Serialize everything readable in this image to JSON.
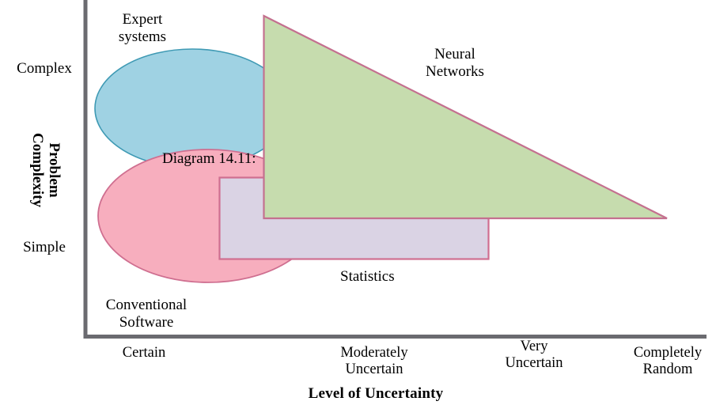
{
  "figure": {
    "caption_inline": "Diagram 14.11:",
    "y_axis": {
      "title": "Problem\nComplexity",
      "high_label": "Complex",
      "low_label": "Simple"
    },
    "x_axis": {
      "title": "Level of Uncertainty",
      "ticks": [
        "Certain",
        "Moderately\nUncertain",
        "Very\nUncertain",
        "Completely\nRandom"
      ]
    },
    "regions": [
      {
        "id": "expert-systems",
        "label": "Expert\nsystems",
        "shape": "ellipse",
        "fill": "#9fd2e3",
        "stroke": "#3f9ab4"
      },
      {
        "id": "conventional-software",
        "label": "Conventional\nSoftware",
        "shape": "ellipse",
        "fill": "#f7aebe",
        "stroke": "#cf6f90"
      },
      {
        "id": "statistics",
        "label": "Statistics",
        "shape": "rectangle",
        "fill": "#dad3e4",
        "stroke": "#cf6f90"
      },
      {
        "id": "neural-networks",
        "label": "Neural\nNetworks",
        "shape": "triangle",
        "fill": "#c6dcae",
        "stroke": "#c4708f"
      }
    ],
    "colors": {
      "axis": "#6b6b70",
      "text": "#000000",
      "background": "#ffffff"
    }
  },
  "chart_data": {
    "type": "diagram",
    "title": "Diagram 14.11:",
    "xlabel": "Level of Uncertainty",
    "ylabel": "Problem Complexity",
    "x_ticks": [
      "Certain",
      "Moderately Uncertain",
      "Very Uncertain",
      "Completely Random"
    ],
    "y_ticks": [
      "Simple",
      "Complex"
    ],
    "grid": false,
    "legend": "none",
    "regions": [
      {
        "name": "Expert systems",
        "shape": "ellipse",
        "x_range": [
          "Certain",
          "Moderately Uncertain"
        ],
        "y_range": [
          "mid",
          "Complex"
        ],
        "fill": "#9fd2e3"
      },
      {
        "name": "Conventional Software",
        "shape": "ellipse",
        "x_range": [
          "Certain",
          "Moderately Uncertain"
        ],
        "y_range": [
          "Simple",
          "mid"
        ],
        "fill": "#f7aebe"
      },
      {
        "name": "Statistics",
        "shape": "rectangle",
        "x_range": [
          "Certain",
          "Very Uncertain"
        ],
        "y_range": [
          "Simple",
          "mid"
        ],
        "fill": "#dad3e4"
      },
      {
        "name": "Neural Networks",
        "shape": "right-triangle",
        "x_range": [
          "Moderately Uncertain",
          "Completely Random"
        ],
        "y_range": [
          "Simple",
          "Complex"
        ],
        "fill": "#c6dcae"
      }
    ]
  }
}
